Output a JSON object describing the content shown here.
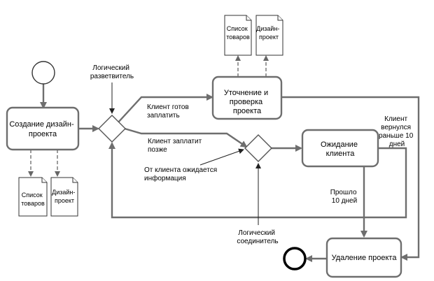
{
  "tasks": {
    "create_design": [
      "Создание дизайн-",
      "проекта"
    ],
    "clarify": [
      "Уточнение и",
      "проверка",
      "проекта"
    ],
    "wait_client": [
      "Ожидание",
      "клиента"
    ],
    "delete_project": "Удаление проекта"
  },
  "gateways": {
    "split_label": [
      "Логический",
      "разветвитель"
    ],
    "join_label": [
      "Логический",
      "соединитель"
    ]
  },
  "documents": {
    "top_list": [
      "Список",
      "товаров"
    ],
    "top_design": [
      "Дизайн-",
      "проект"
    ],
    "bottom_list": [
      "Список",
      "товаров"
    ],
    "bottom_design": [
      "Дизайн-",
      "проект"
    ]
  },
  "flows": {
    "ready_to_pay": [
      "Клиент готов",
      "заплатить"
    ],
    "pay_later": [
      "Клиент заплатит",
      "позже"
    ],
    "info_expected": [
      "От клиента ожидается",
      "информация"
    ],
    "returned_early": [
      "Клиент",
      "вернулся",
      "раньше 10",
      "дней"
    ],
    "ten_days_passed": [
      "Прошло",
      "10 дней"
    ]
  }
}
